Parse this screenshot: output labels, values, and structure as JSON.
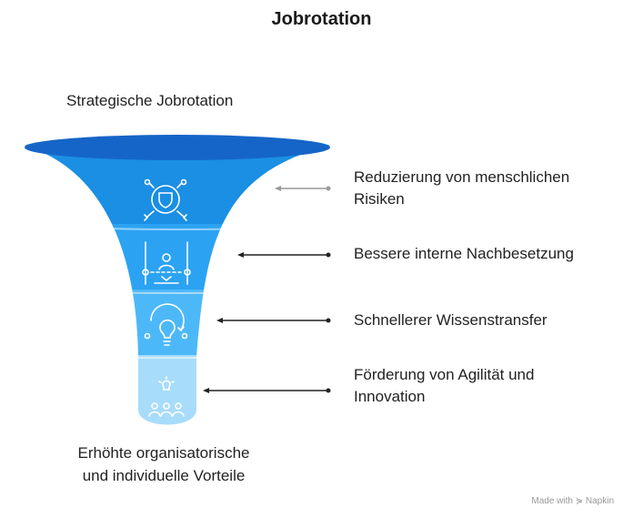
{
  "title": "Jobrotation",
  "top_label": "Strategische Jobrotation",
  "bottom_label": [
    "Erhöhte organisatorische",
    "und individuelle Vorteile"
  ],
  "stages": [
    {
      "label_lines": [
        "Reduzierung von menschlichen",
        "Risiken"
      ],
      "icon": "shield-network-icon",
      "color": "#1a8fe3"
    },
    {
      "label_lines": [
        "Bessere interne Nachbesetzung"
      ],
      "icon": "succession-planning-icon",
      "color": "#2ba3f2"
    },
    {
      "label_lines": [
        "Schnellerer Wissenstransfer"
      ],
      "icon": "lightbulb-icon",
      "color": "#4db8f8"
    },
    {
      "label_lines": [
        "Förderung von Agilität und",
        "Innovation"
      ],
      "icon": "team-idea-icon",
      "color": "#a8dcfb"
    }
  ],
  "footer": "Made with ⋟ Napkin"
}
